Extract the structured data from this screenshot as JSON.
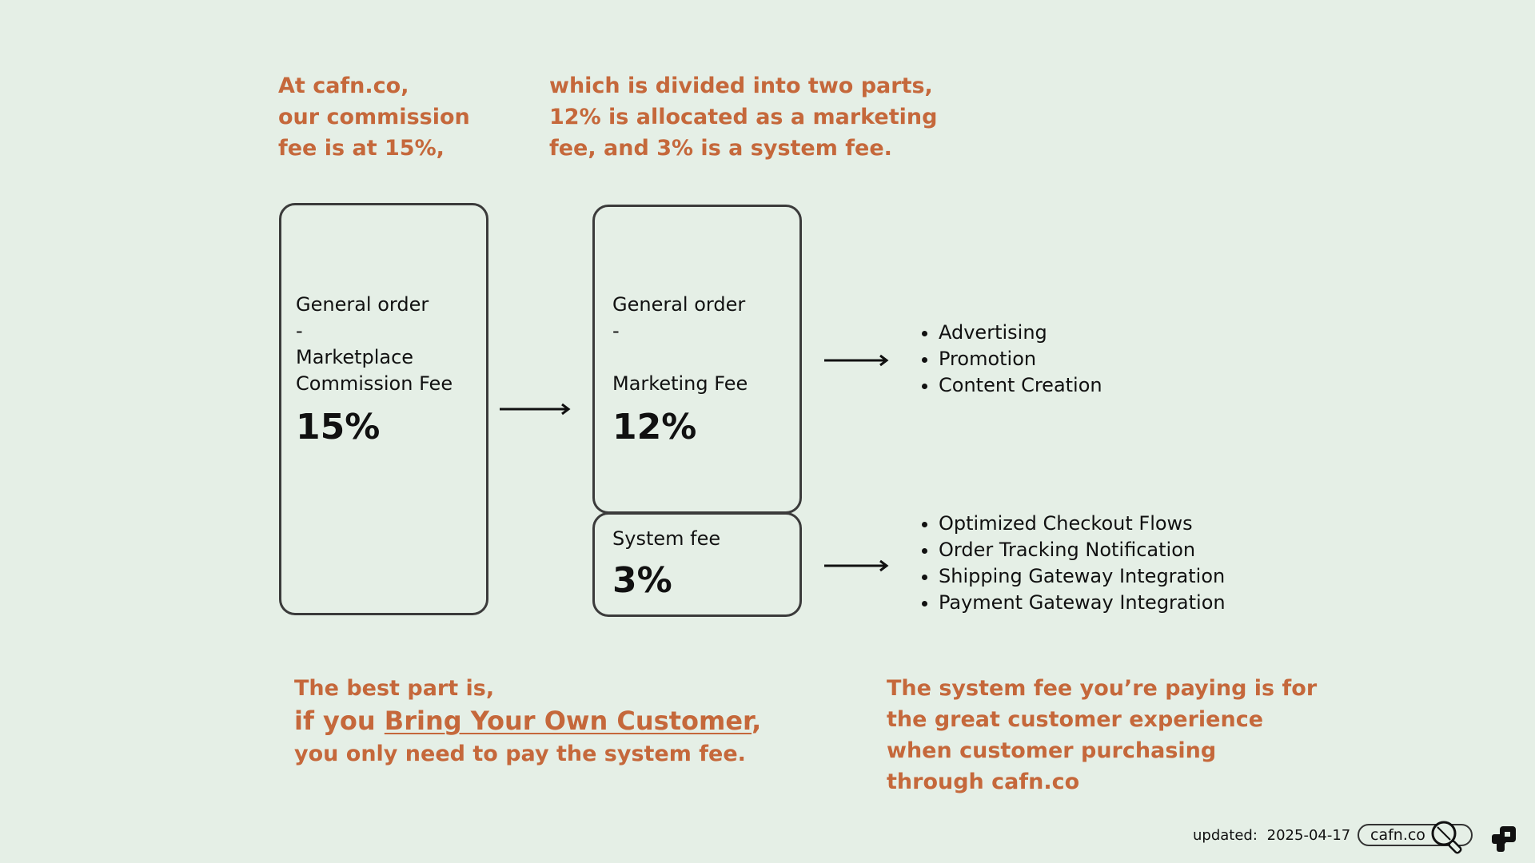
{
  "intro_left": [
    "At cafn.co,",
    "our commission",
    "fee is at 15%,"
  ],
  "intro_right": [
    "which is divided into two parts,",
    "12% is allocated as a marketing",
    "fee, and 3% is a system fee."
  ],
  "commission_box": {
    "line1": "General order",
    "line2": "-",
    "line3": "Marketplace",
    "line4": "Commission Fee",
    "percent": "15%"
  },
  "marketing_box": {
    "line1": "General order",
    "line2": "-",
    "line3": "Marketing Fee",
    "percent": "12%"
  },
  "system_box": {
    "label": "System fee",
    "percent": "3%"
  },
  "marketing_items": [
    "Advertising",
    "Promotion",
    "Content Creation"
  ],
  "system_items": [
    "Optimized Checkout Flows",
    "Order Tracking Notification",
    "Shipping Gateway Integration",
    "Payment Gateway Integration"
  ],
  "bottom_left": {
    "line1": "The best part is,",
    "line2_prefix": "if you ",
    "line2_link": "Bring Your Own Customer",
    "line2_suffix": ",",
    "line3": "you only need to pay the system fee."
  },
  "bottom_right": [
    "The system fee you’re paying is for",
    "the great customer experience",
    "when customer purchasing",
    "through cafn.co"
  ],
  "footer": {
    "updated_label": "updated:",
    "updated_date": "2025-04-17",
    "brand_pill": "cafn.co",
    "search_icon": "magnifier-icon",
    "logo_icon": "brand-logo-icon"
  },
  "colors": {
    "accent": "#c5683b",
    "background": "#e5efe6",
    "border": "#3b3b3b"
  }
}
